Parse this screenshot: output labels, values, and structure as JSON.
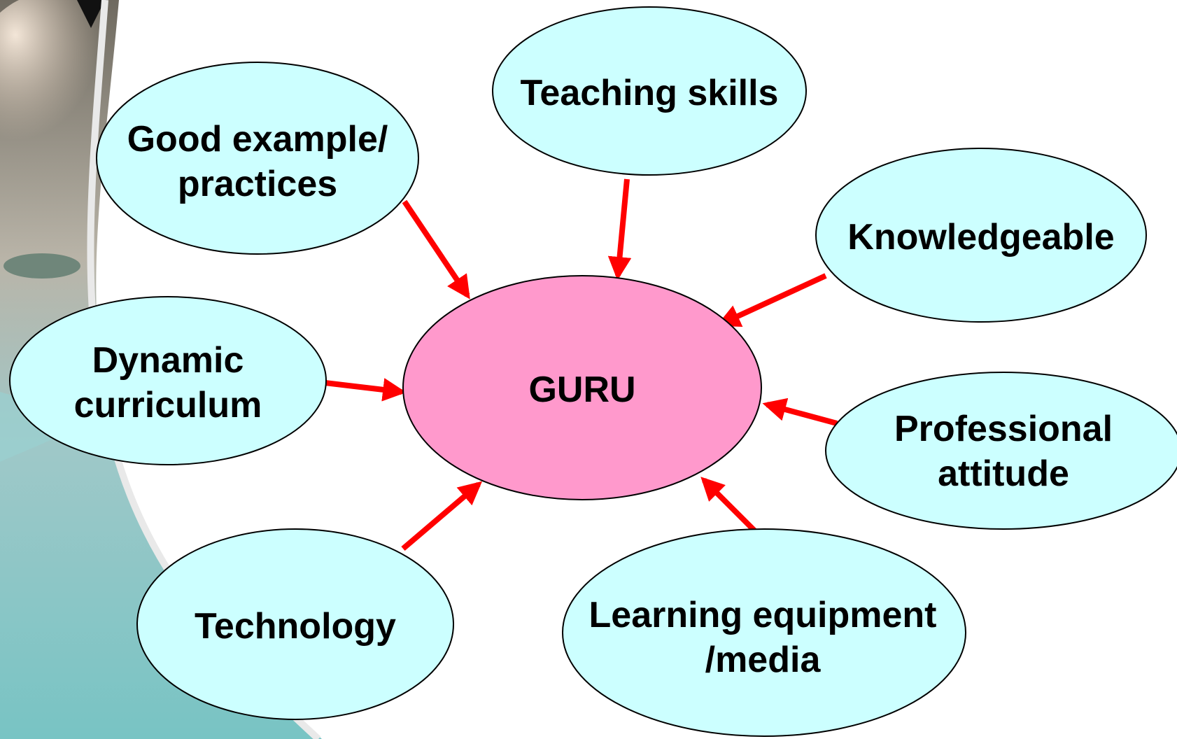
{
  "colors": {
    "hub_fill": "#FF99CC",
    "node_fill": "#CCFFFF",
    "arrow": "#FF0000",
    "outline": "#000000"
  },
  "hub": {
    "label": "GURU"
  },
  "nodes": [
    {
      "id": "good-example",
      "lines": [
        "Good example/",
        "practices"
      ]
    },
    {
      "id": "teaching-skills",
      "lines": [
        "Teaching skills"
      ]
    },
    {
      "id": "knowledgeable",
      "lines": [
        "Knowledgeable"
      ]
    },
    {
      "id": "professional-attitude",
      "lines": [
        "Professional",
        "attitude"
      ]
    },
    {
      "id": "learning-equipment",
      "lines": [
        "Learning equipment",
        "/media"
      ]
    },
    {
      "id": "technology",
      "lines": [
        "Technology"
      ]
    },
    {
      "id": "dynamic-curriculum",
      "lines": [
        "Dynamic",
        "curriculum"
      ]
    }
  ],
  "background_icons": [
    "hand-photo-decoration"
  ]
}
